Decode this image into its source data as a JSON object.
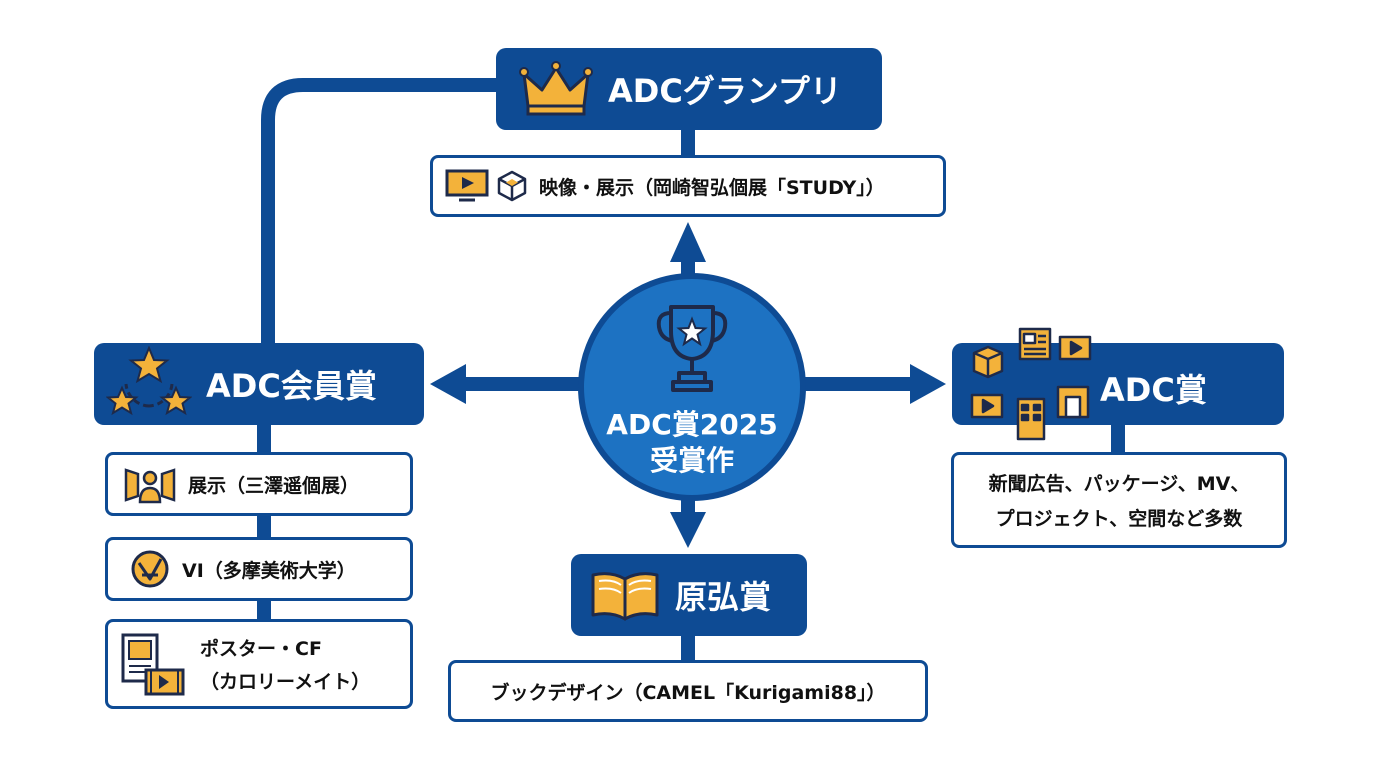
{
  "center": {
    "line1": "ADC賞2025",
    "line2": "受賞作"
  },
  "grand_prix": {
    "title": "ADCグランプリ",
    "work": "映像・展示（岡崎智弘個展「STUDY」）"
  },
  "member_award": {
    "title": "ADC会員賞",
    "works": [
      {
        "text": "展示（三澤遥個展）"
      },
      {
        "text": "VI（多摩美術大学）"
      },
      {
        "line1": "ポスター・CF",
        "line2": "（カロリーメイト）"
      }
    ]
  },
  "adc_award": {
    "title": "ADC賞",
    "work_line1": "新聞広告、パッケージ、MV、",
    "work_line2": "プロジェクト、空間など多数"
  },
  "hara_award": {
    "title": "原弘賞",
    "work": "ブックデザイン（CAMEL「Kurigami88」）"
  },
  "colors": {
    "primary": "#0e4b94",
    "center_fill": "#1d72c2",
    "accent": "#f3b23a",
    "icon_outline": "#1e2a4a"
  }
}
